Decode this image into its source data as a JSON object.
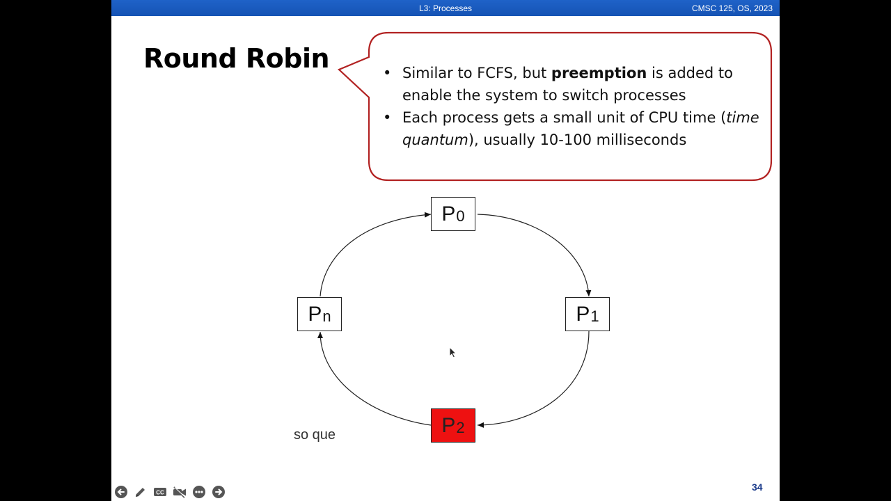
{
  "header": {
    "center_title": "L3: Processes",
    "course": "CMSC 125, OS, 2023"
  },
  "slide": {
    "title": "Round Robin",
    "bullets": [
      {
        "before": "Similar to FCFS, but ",
        "bold": "preemption",
        "after": " is added to enable the system to switch processes"
      },
      {
        "before": "Each process gets a small unit of CPU time (",
        "italic": "time quantum",
        "after": "), usually 10-100 milliseconds"
      }
    ],
    "bullet_glyph": "•",
    "callout_border_color": "#b22222",
    "diagram": {
      "nodes": [
        {
          "id": "p0",
          "main": "P",
          "sub": "0",
          "active": false
        },
        {
          "id": "p1",
          "main": "P",
          "sub": "1",
          "active": false
        },
        {
          "id": "p2",
          "main": "P",
          "sub": "2",
          "active": true
        },
        {
          "id": "pn",
          "main": "P",
          "sub": "n",
          "active": false
        }
      ],
      "active_color": "#ee1111"
    },
    "caption": "so que",
    "page_number": "34"
  },
  "controls": [
    {
      "icon": "previous-slide-icon"
    },
    {
      "icon": "pen-icon"
    },
    {
      "icon": "closed-captions-icon",
      "label": "CC"
    },
    {
      "icon": "camera-off-icon"
    },
    {
      "icon": "more-options-icon"
    },
    {
      "icon": "next-slide-icon"
    }
  ]
}
